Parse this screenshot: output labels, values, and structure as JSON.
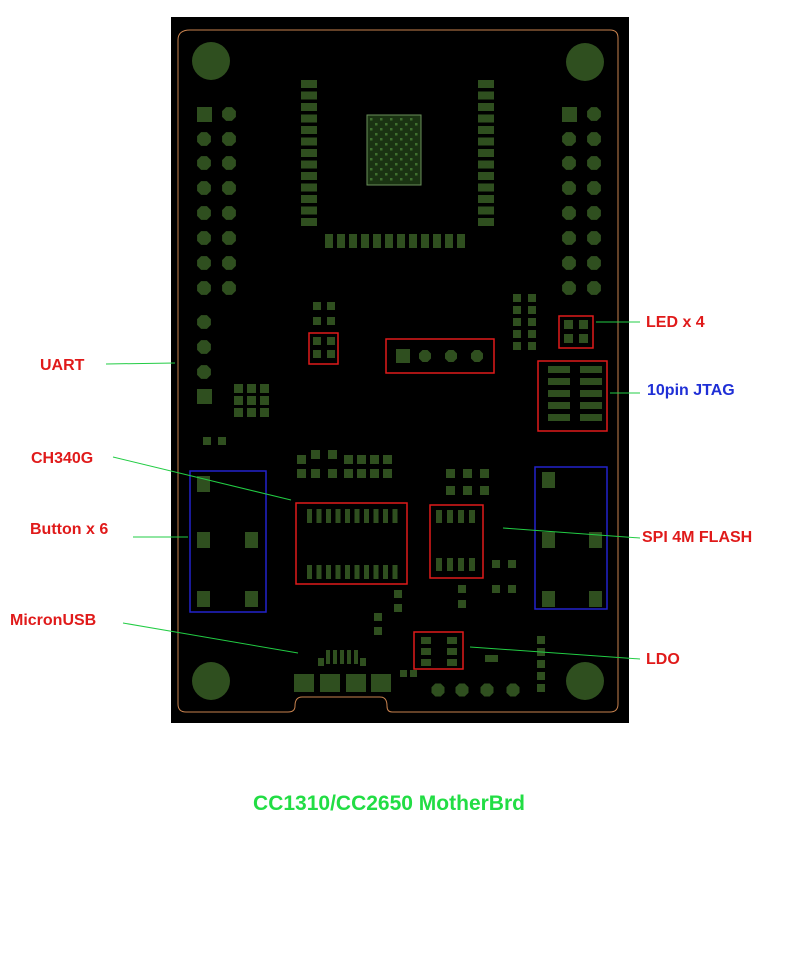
{
  "colors": {
    "board_background": "#000000",
    "outline": "#c8824e",
    "pad": "#2f4f1f",
    "highlight_red": "#e01a1a",
    "highlight_blue": "#2222cc",
    "leader_line": "#22cc44",
    "label_red": "#e01a1a",
    "label_blue": "#1f2fd6",
    "caption": "#22dd44"
  },
  "labels": {
    "uart": "UART",
    "ch340g": "CH340G",
    "button": "Button x 6",
    "micronusb": "MicronUSB",
    "led": "LED x 4",
    "jtag": "10pin JTAG",
    "spi_flash": "SPI 4M FLASH",
    "ldo": "LDO"
  },
  "caption": "CC1310/CC2650 MotherBrd"
}
